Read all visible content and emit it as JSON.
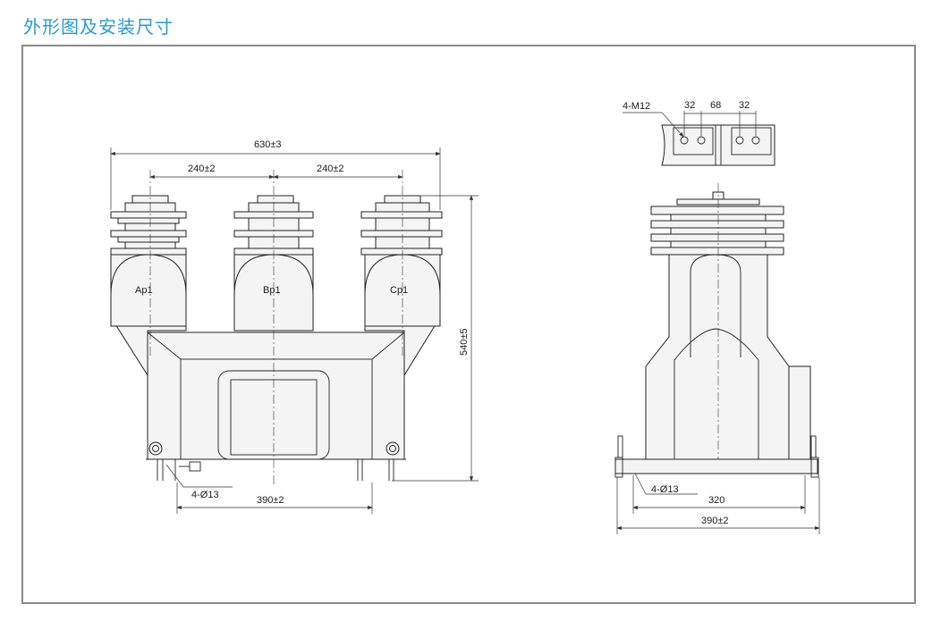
{
  "page_title": "外形图及安装尺寸",
  "front_view": {
    "overall_width": "630±3",
    "left_spacing": "240±2",
    "right_spacing": "240±2",
    "height": "540±5",
    "terminals": [
      "Ap1",
      "Bp1",
      "Cp1"
    ],
    "mounting_holes": "4-Ø13",
    "mounting_spacing": "390±2"
  },
  "side_view": {
    "bolts": "4-M12",
    "bolt_spacing_left": "32",
    "bolt_gap": "68",
    "bolt_spacing_right": "32",
    "mounting_holes": "4-Ø13",
    "inner_width": "320",
    "outer_width": "390±2"
  }
}
